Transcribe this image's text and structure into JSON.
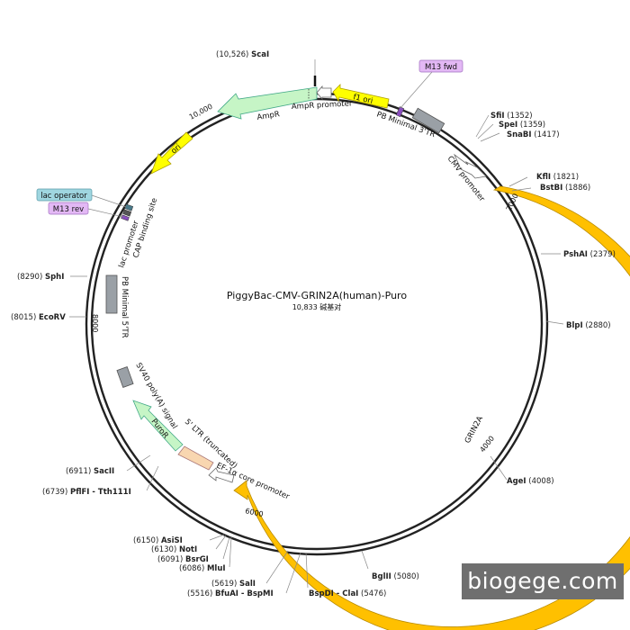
{
  "plasmid": {
    "name": "PiggyBac-CMV-GRIN2A(human)-Puro",
    "size_label": "10,833 碱基对",
    "total_bp": 10833
  },
  "ticks": [
    {
      "bp": 2000,
      "label": "2000"
    },
    {
      "bp": 4000,
      "label": "4000"
    },
    {
      "bp": 6000,
      "label": "6000"
    },
    {
      "bp": 8000,
      "label": "8000"
    },
    {
      "bp": 10000,
      "label": "10,000"
    }
  ],
  "sites": [
    {
      "name": "ScaI",
      "pos": "(10,526)",
      "bp": 10526
    },
    {
      "name": "SfiI",
      "pos": "(1352)",
      "bp": 1352
    },
    {
      "name": "SpeI",
      "pos": "(1359)",
      "bp": 1359
    },
    {
      "name": "SnaBI",
      "pos": "(1417)",
      "bp": 1417
    },
    {
      "name": "KflI",
      "pos": "(1821)",
      "bp": 1821
    },
    {
      "name": "BstBI",
      "pos": "(1886)",
      "bp": 1886
    },
    {
      "name": "PshAI",
      "pos": "(2379)",
      "bp": 2379
    },
    {
      "name": "BlpI",
      "pos": "(2880)",
      "bp": 2880
    },
    {
      "name": "AgeI",
      "pos": "(4008)",
      "bp": 4008
    },
    {
      "name": "BglII",
      "pos": "(5080)",
      "bp": 5080
    },
    {
      "name": "BspDI - ClaI",
      "pos": "(5476)",
      "bp": 5476
    },
    {
      "name": "BfuAI - BspMI",
      "pos": "(5516)",
      "bp": 5516
    },
    {
      "name": "SalI",
      "pos": "(5619)",
      "bp": 5619
    },
    {
      "name": "MluI",
      "pos": "(6086)",
      "bp": 6086
    },
    {
      "name": "BsrGI",
      "pos": "(6091)",
      "bp": 6091
    },
    {
      "name": "NotI",
      "pos": "(6130)",
      "bp": 6130
    },
    {
      "name": "AsiSI",
      "pos": "(6150)",
      "bp": 6150
    },
    {
      "name": "PflFI - Tth111I",
      "pos": "(6739)",
      "bp": 6739
    },
    {
      "name": "SacII",
      "pos": "(6911)",
      "bp": 6911
    },
    {
      "name": "EcoRV",
      "pos": "(8015)",
      "bp": 8015
    },
    {
      "name": "SphI",
      "pos": "(8290)",
      "bp": 8290
    }
  ],
  "features": [
    {
      "name": "CMV promoter",
      "color": "#ffffff"
    },
    {
      "name": "GRIN2A",
      "color": "#ffc000"
    },
    {
      "name": "EF-1α core promoter",
      "color": "#ffffff"
    },
    {
      "name": "5' LTR (truncated)",
      "color": "#f8d6b0"
    },
    {
      "name": "PuroR",
      "color": "#c6f5c6"
    },
    {
      "name": "SV40 poly(A) signal",
      "color": "#9aa0a6"
    },
    {
      "name": "PB Minimal 5'TR",
      "color": "#9aa0a6"
    },
    {
      "name": "lac promoter",
      "color": "#7a7a7a"
    },
    {
      "name": "CAP binding site",
      "color": "#5a5a5a"
    },
    {
      "name": "ori",
      "color": "#ffff00"
    },
    {
      "name": "AmpR",
      "color": "#c6f5c6"
    },
    {
      "name": "AmpR promoter",
      "color": "#ffffff"
    },
    {
      "name": "f1 ori",
      "color": "#ffff00"
    },
    {
      "name": "PB Minimal 3'TR",
      "color": "#9aa0a6"
    }
  ],
  "tags": [
    {
      "name": "M13 fwd",
      "color": "#e3b8f5"
    },
    {
      "name": "lac operator",
      "color": "#9fd6e0"
    },
    {
      "name": "M13 rev",
      "color": "#e3b8f5"
    }
  ],
  "watermark": "biogege.com"
}
